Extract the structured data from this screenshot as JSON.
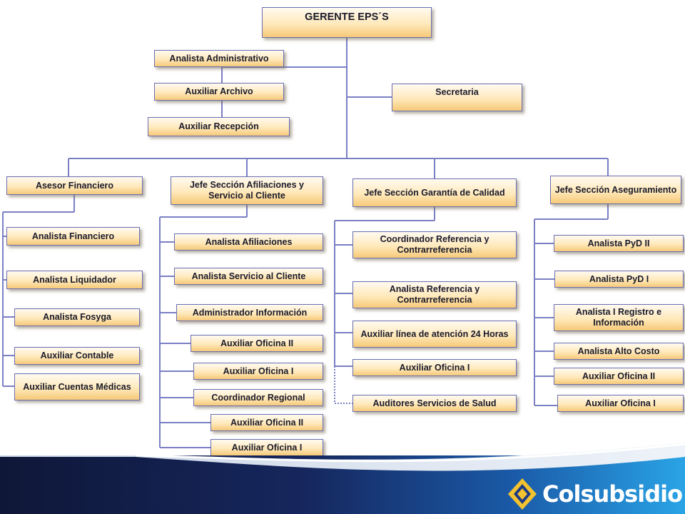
{
  "org": {
    "gerente": "GERENTE EPS´S",
    "analista_administrativo": "Analista Administrativo",
    "auxiliar_archivo": "Auxiliar Archivo",
    "auxiliar_recepcion": "Auxiliar Recepción",
    "secretaria": "Secretaria",
    "asesor_financiero": {
      "title": "Asesor Financiero",
      "staff": [
        "Analista Financiero",
        "Analista Liquidador",
        "Analista Fosyga",
        "Auxiliar Contable",
        "Auxiliar Cuentas Médicas"
      ]
    },
    "jefe_afiliaciones": {
      "title": "Jefe Sección Afiliaciones y Servicio al Cliente",
      "staff": [
        "Analista Afiliaciones",
        "Analista Servicio al Cliente",
        "Administrador Información",
        "Auxiliar Oficina II",
        "Auxiliar Oficina I",
        "Coordinador Regional",
        "Auxiliar Oficina II",
        "Auxiliar Oficina I"
      ]
    },
    "jefe_garantia": {
      "title": "Jefe Sección Garantía de Calidad",
      "staff": [
        "Coordinador Referencia y Contrarreferencia",
        "Analista Referencia y Contrarreferencia",
        "Auxiliar línea de atención 24 Horas",
        "Auxiliar Oficina I",
        "Auditores Servicios de Salud"
      ]
    },
    "jefe_aseguramiento": {
      "title": "Jefe Sección Aseguramiento",
      "staff": [
        "Analista PyD II",
        "Analista PyD I",
        "Analista I Registro e Información",
        "Analista Alto Costo",
        "Auxiliar Oficina II",
        "Auxiliar Oficina I"
      ]
    }
  },
  "logo": {
    "text": "Colsubsidio"
  },
  "colors": {
    "box_fill": "#ffe9bb",
    "box_border": "#6a6fb3",
    "line": "#7b7fc4",
    "footer_dark": "#101a3f",
    "footer_light": "#1e8fd6"
  },
  "icons": {
    "brand": "colsubsidio-logo-icon"
  }
}
